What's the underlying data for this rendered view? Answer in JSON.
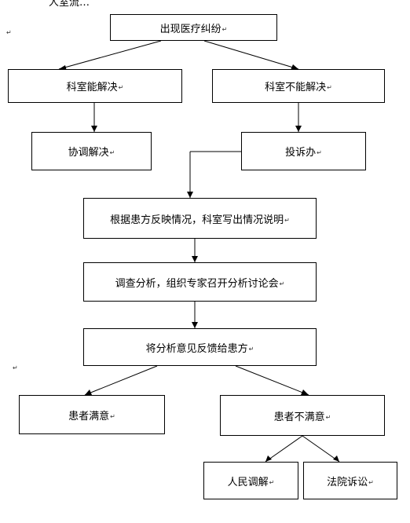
{
  "header_fragment": "人室流…",
  "para_mark": "↵",
  "nodes": {
    "dispute": "出现医疗纠纷",
    "dept_can": "科室能解决",
    "dept_cannot": "科室不能解决",
    "negotiate": "协调解决",
    "complaint_office": "投诉办",
    "dept_report": "根据患方反映情况，科室写出情况说明",
    "investigate": "调查分析，组织专家召开分析讨论会",
    "feedback": "将分析意见反馈给患方",
    "satisfied": "患者满意",
    "unsatisfied": "患者不满意",
    "mediation": "人民调解",
    "court": "法院诉讼"
  }
}
